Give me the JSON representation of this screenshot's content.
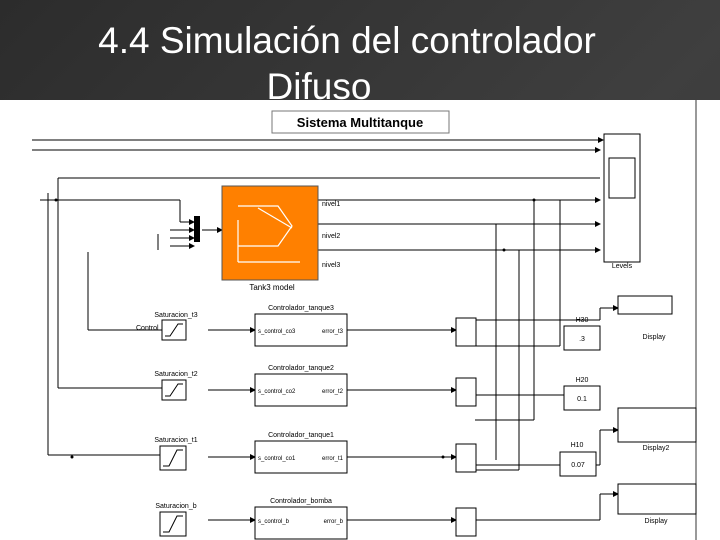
{
  "slide": {
    "title_line1": "4.4 Simulación del controlador",
    "title_line2": "Difuso"
  },
  "diagram": {
    "title": "Sistema Multitanque",
    "plant": {
      "name": "Tank3 model",
      "outputs": [
        "nivel1",
        "nivel2",
        "nivel3"
      ],
      "color": "#ff8000"
    },
    "scope_levels": "Levels",
    "controllers": [
      {
        "name": "Controlador_tanque3",
        "input": "s_control_co3",
        "output": "error_t3"
      },
      {
        "name": "Controlador_tanque2",
        "input": "s_control_co2",
        "output": "error_t2"
      },
      {
        "name": "Controlador_tanque1",
        "input": "s_control_co1",
        "output": "error_t1"
      },
      {
        "name": "Controlador_bomba",
        "input": "s_control_b",
        "output": "error_b"
      }
    ],
    "saturations": [
      "Saturacion_t3",
      "Saturacion_t2",
      "Saturacion_t1",
      "Saturacion_b"
    ],
    "control_label": "Control",
    "constants": [
      {
        "name": "H30",
        "value": ".3"
      },
      {
        "name": "H20",
        "value": "0.1"
      },
      {
        "name": "H10",
        "value": "0.07"
      }
    ],
    "displays": [
      "Display",
      "Display2",
      "Display"
    ]
  }
}
